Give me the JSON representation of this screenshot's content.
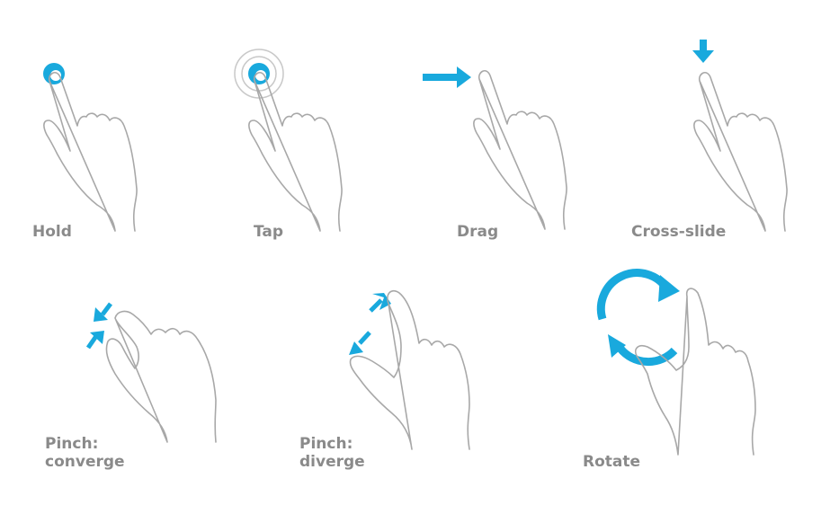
{
  "colors": {
    "accent": "#19a9dd",
    "outline": "#a8a8a8",
    "label": "#8a8a8a",
    "background": "#ffffff"
  },
  "gestures": [
    {
      "id": "hold",
      "label": "Hold",
      "icon": "hold-circle"
    },
    {
      "id": "tap",
      "label": "Tap",
      "icon": "tap-ripple"
    },
    {
      "id": "drag",
      "label": "Drag",
      "icon": "arrow-right"
    },
    {
      "id": "cross-slide",
      "label": "Cross-slide",
      "icon": "arrow-down"
    },
    {
      "id": "pinch-converge",
      "label": "Pinch:\nconverge",
      "icon": "arrows-converge"
    },
    {
      "id": "pinch-diverge",
      "label": "Pinch:\ndiverge",
      "icon": "arrows-diverge"
    },
    {
      "id": "rotate",
      "label": "Rotate",
      "icon": "rotate-arrows"
    }
  ]
}
